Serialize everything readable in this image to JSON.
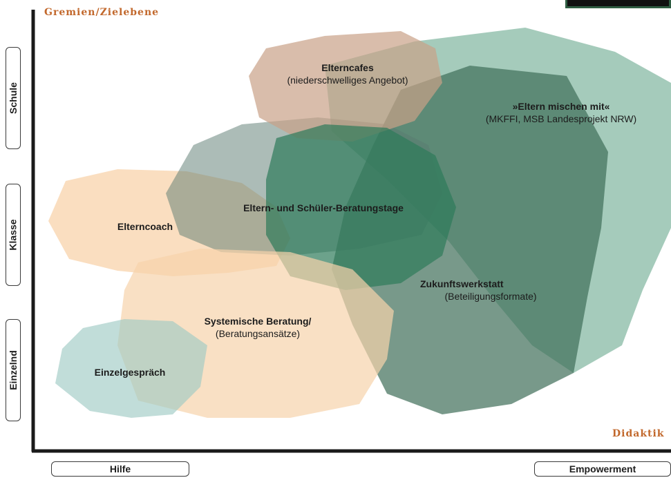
{
  "axes": {
    "y_title": "Gremien/Zielebene",
    "x_title": "Didaktik",
    "y_levels": [
      "Schule",
      "Klasse",
      "Einzelnd"
    ],
    "x_levels": [
      "Hilfe",
      "Empowerment"
    ]
  },
  "regions": [
    {
      "title": "»Eltern mischen mit«",
      "subtitle": "(MKFFI, MSB Landesprojekt NRW)",
      "color": "#7fb59e"
    },
    {
      "title": "Elterncafes",
      "subtitle": "(niederschwelliges Angebot)",
      "color": "#c9a187"
    },
    {
      "title": "Eltern- und Schüler-Beratungstage",
      "subtitle": "",
      "color": "#2e7a5a"
    },
    {
      "title": "Elterncoach",
      "subtitle": "",
      "color": "#f6c896"
    },
    {
      "title": "Zukunftswerkstatt",
      "subtitle": "(Beteiligungsformate)",
      "color": "#3f6e58"
    },
    {
      "title": "Systemische Beratung/",
      "subtitle": "(Beratungsansätze)",
      "color": "#f7d3ab"
    },
    {
      "title": "Einzelgespräch",
      "subtitle": "",
      "color": "#9fcbc4"
    }
  ]
}
